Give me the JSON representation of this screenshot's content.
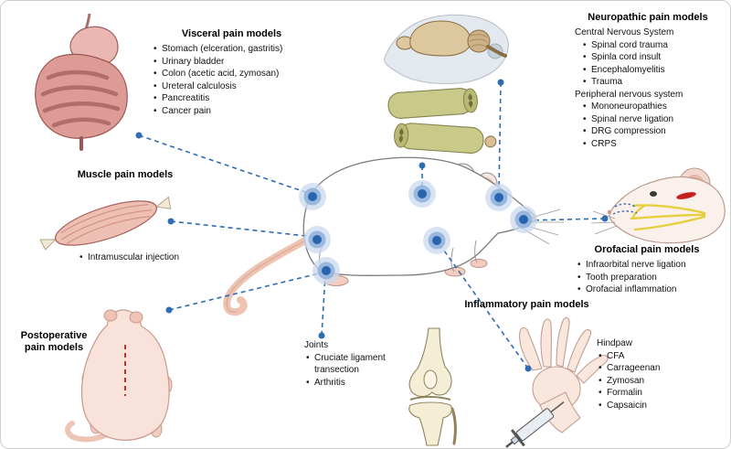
{
  "sections": {
    "visceral": {
      "title": "Visceral pain models",
      "items": [
        "Stomach (elceration, gastritis)",
        "Urinary bladder",
        "Colon (acetic acid, zymosan)",
        "Ureteral calculosis",
        "Pancreatitis",
        "Cancer pain"
      ]
    },
    "muscle": {
      "title": "Muscle pain models",
      "items": [
        "Intramuscular injection"
      ]
    },
    "postoperative": {
      "title": "Postoperative pain models"
    },
    "neuropathic": {
      "title": "Neuropathic pain models",
      "subsections": [
        {
          "label": "Central Nervous System",
          "items": [
            "Spinal cord trauma",
            "Spinla cord insult",
            "Encephalomyelitis",
            "Trauma"
          ]
        },
        {
          "label": "Peripheral nervous system",
          "items": [
            "Mononeuropathies",
            "Spinal nerve ligation",
            "DRG compression",
            "CRPS"
          ]
        }
      ]
    },
    "orofacial": {
      "title": "Orofacial pain models",
      "items": [
        "Infraorbital nerve ligation",
        "Tooth preparation",
        "Orofacial inflammation"
      ]
    },
    "inflammatory": {
      "title": "Inflammatory pain models",
      "subsections": [
        {
          "label": "Joints",
          "items": [
            "Cruciate ligament transection",
            "Arthritis"
          ]
        },
        {
          "label": "Hindpaw",
          "items": [
            "CFA",
            "Carrageenan",
            "Zymosan",
            "Formalin",
            "Capsaicin"
          ]
        }
      ]
    }
  },
  "illustrations": [
    "gi-tract",
    "brain-and-spinal-cord",
    "muscle",
    "postoperative-rat",
    "central-rat",
    "rat-face",
    "knee-joint",
    "hindpaw-with-syringe"
  ],
  "colors": {
    "connector_blue": "#2e6db4",
    "target_center": "#2865af",
    "target_mid": "#8fb0d9",
    "target_outer": "#c9daef",
    "organ_pink": "#dd9b96",
    "spinal_olive": "#c9c98a",
    "brain_tan": "#ddc79e",
    "nerve_yellow": "#e6cf3e"
  }
}
